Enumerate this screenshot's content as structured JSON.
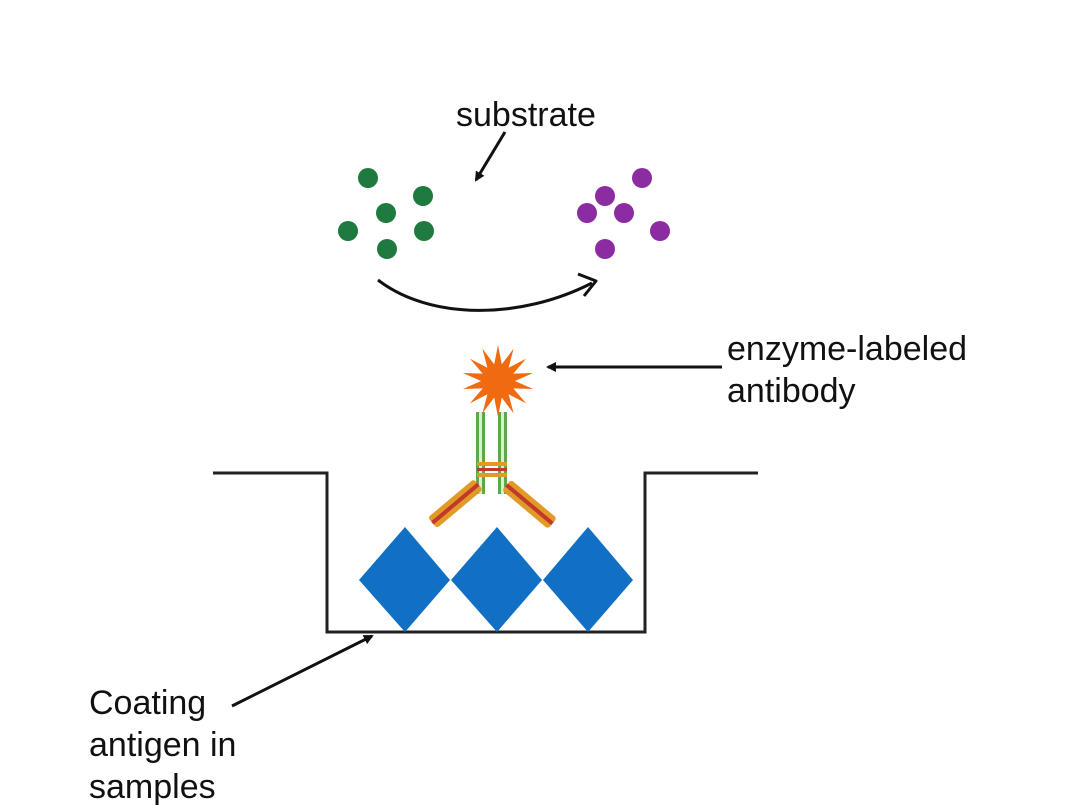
{
  "labels": {
    "substrate": "substrate",
    "enzyme_labeled_antibody": [
      "enzyme-labeled",
      "antibody"
    ],
    "coating_antigen": [
      "Coating",
      "antigen in",
      "samples"
    ]
  },
  "colors": {
    "substrate_before": "#1e7a3e",
    "substrate_after": "#8b2ca3",
    "enzyme": "#f06a10",
    "antibody_stem": "#5da84a",
    "antibody_arm": "#e29a26",
    "antibody_arm_stripe": "#c0392b",
    "antigen": "#1170c4",
    "well": "#222222",
    "arrow": "#111111"
  },
  "icons": {
    "enzyme": "starburst-enzyme-icon",
    "antibody": "y-shaped-antibody-icon",
    "antigen": "diamond-antigen-icon",
    "substrate_molecule": "dot-molecule-icon"
  }
}
